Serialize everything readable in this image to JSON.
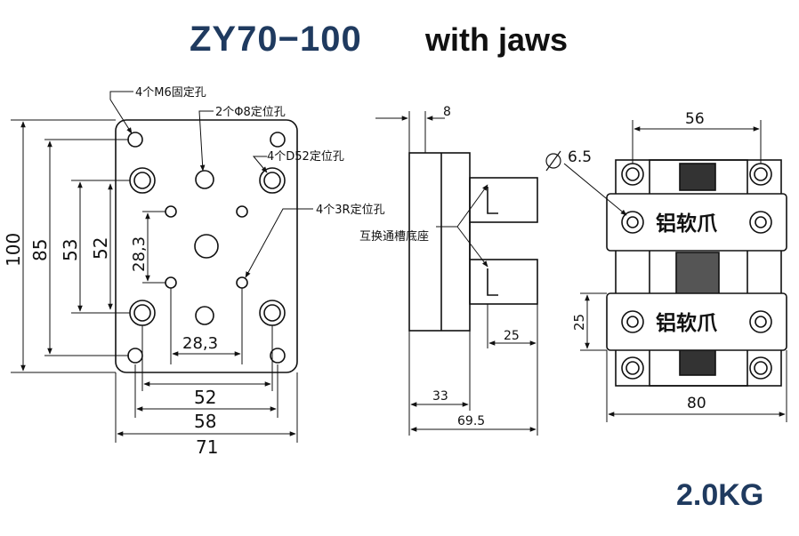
{
  "title": {
    "model": "ZY70−100",
    "suffix": "with jaws"
  },
  "weight": "2.0KG",
  "front_view": {
    "callouts": {
      "m6_holes": "4个M6固定孔",
      "phi8_holes": "2个Φ8定位孔",
      "d52_holes": "4个D52定位孔",
      "r3_holes": "4个3R定位孔"
    },
    "dims": {
      "h100": "100",
      "h85": "85",
      "h53": "53",
      "h52": "52",
      "h28": "28,3",
      "w28": "28,3",
      "w52": "52",
      "w58": "58",
      "w71": "71"
    }
  },
  "side_view": {
    "label": "互换通槽底座",
    "dims": {
      "d8": "8",
      "d25": "25",
      "d33": "33",
      "d69": "69.5"
    }
  },
  "top_view": {
    "jaw_label_1": "铝软爪",
    "jaw_label_2": "铝软爪",
    "dims": {
      "d56": "56",
      "phi": "6.5",
      "d25": "25",
      "d80": "80"
    }
  }
}
